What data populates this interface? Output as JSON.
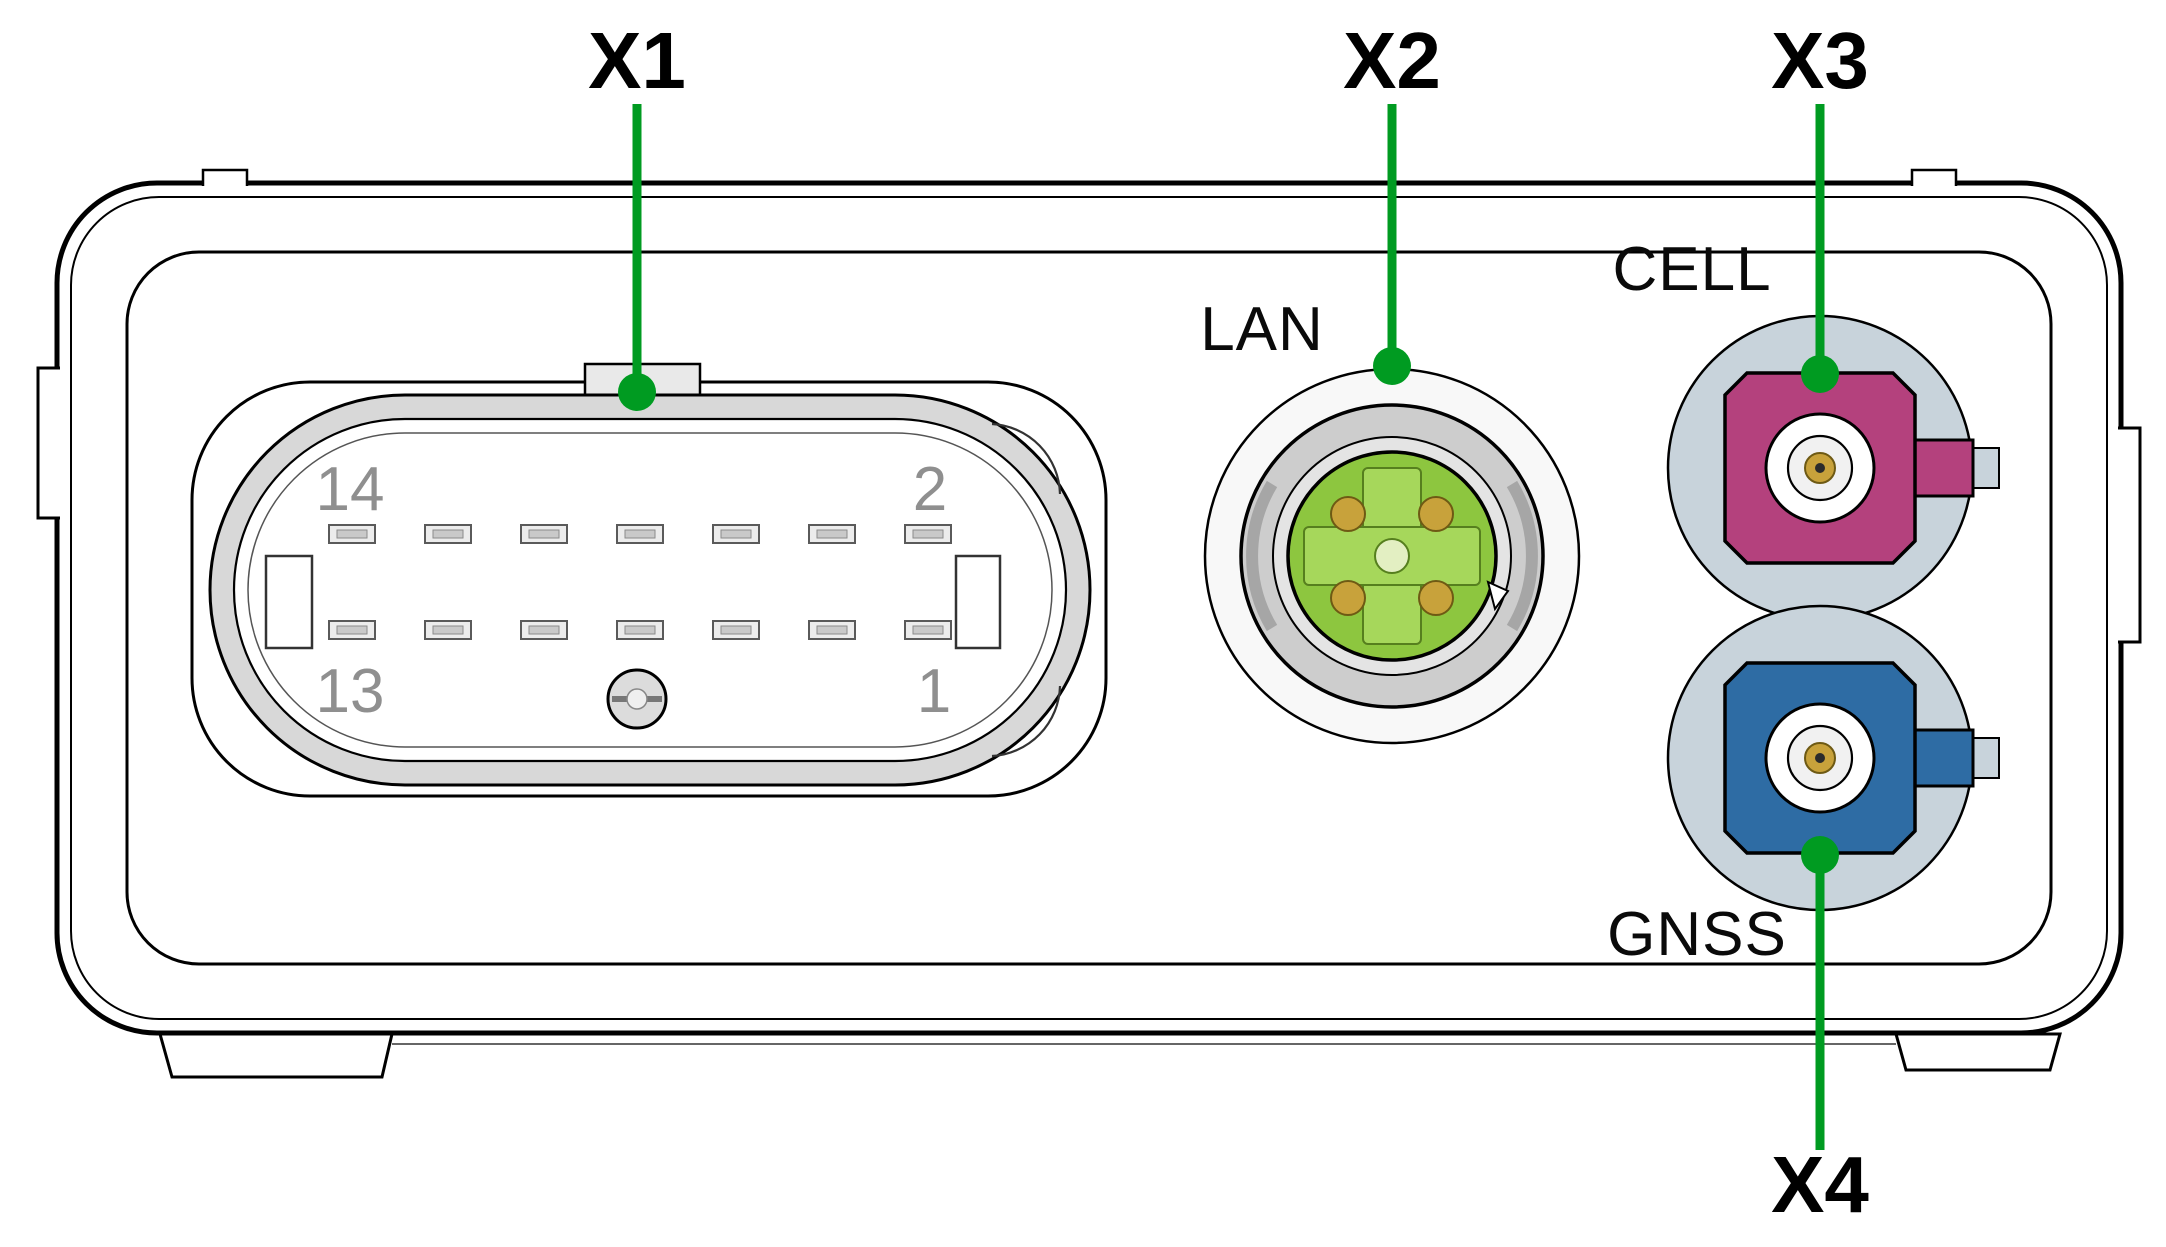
{
  "callouts": {
    "x1": {
      "label": "X1"
    },
    "x2": {
      "label": "X2"
    },
    "x3": {
      "label": "X3"
    },
    "x4": {
      "label": "X4"
    }
  },
  "ports": {
    "lan": {
      "label": "LAN"
    },
    "cell": {
      "label": "CELL"
    },
    "gnss": {
      "label": "GNSS"
    }
  },
  "x1_connector": {
    "pins": {
      "top_left": "14",
      "top_right": "2",
      "bottom_left": "13",
      "bottom_right": "1"
    }
  },
  "colors": {
    "callout_green": "#009B21",
    "lan_green": "#8DC63F",
    "lan_green_light": "#A6D75B",
    "cell_magenta": "#B4417D",
    "gnss_blue": "#2E6CA4",
    "fakra_recess": "#C8D3DB",
    "pin_gold": "#C8A23B"
  }
}
